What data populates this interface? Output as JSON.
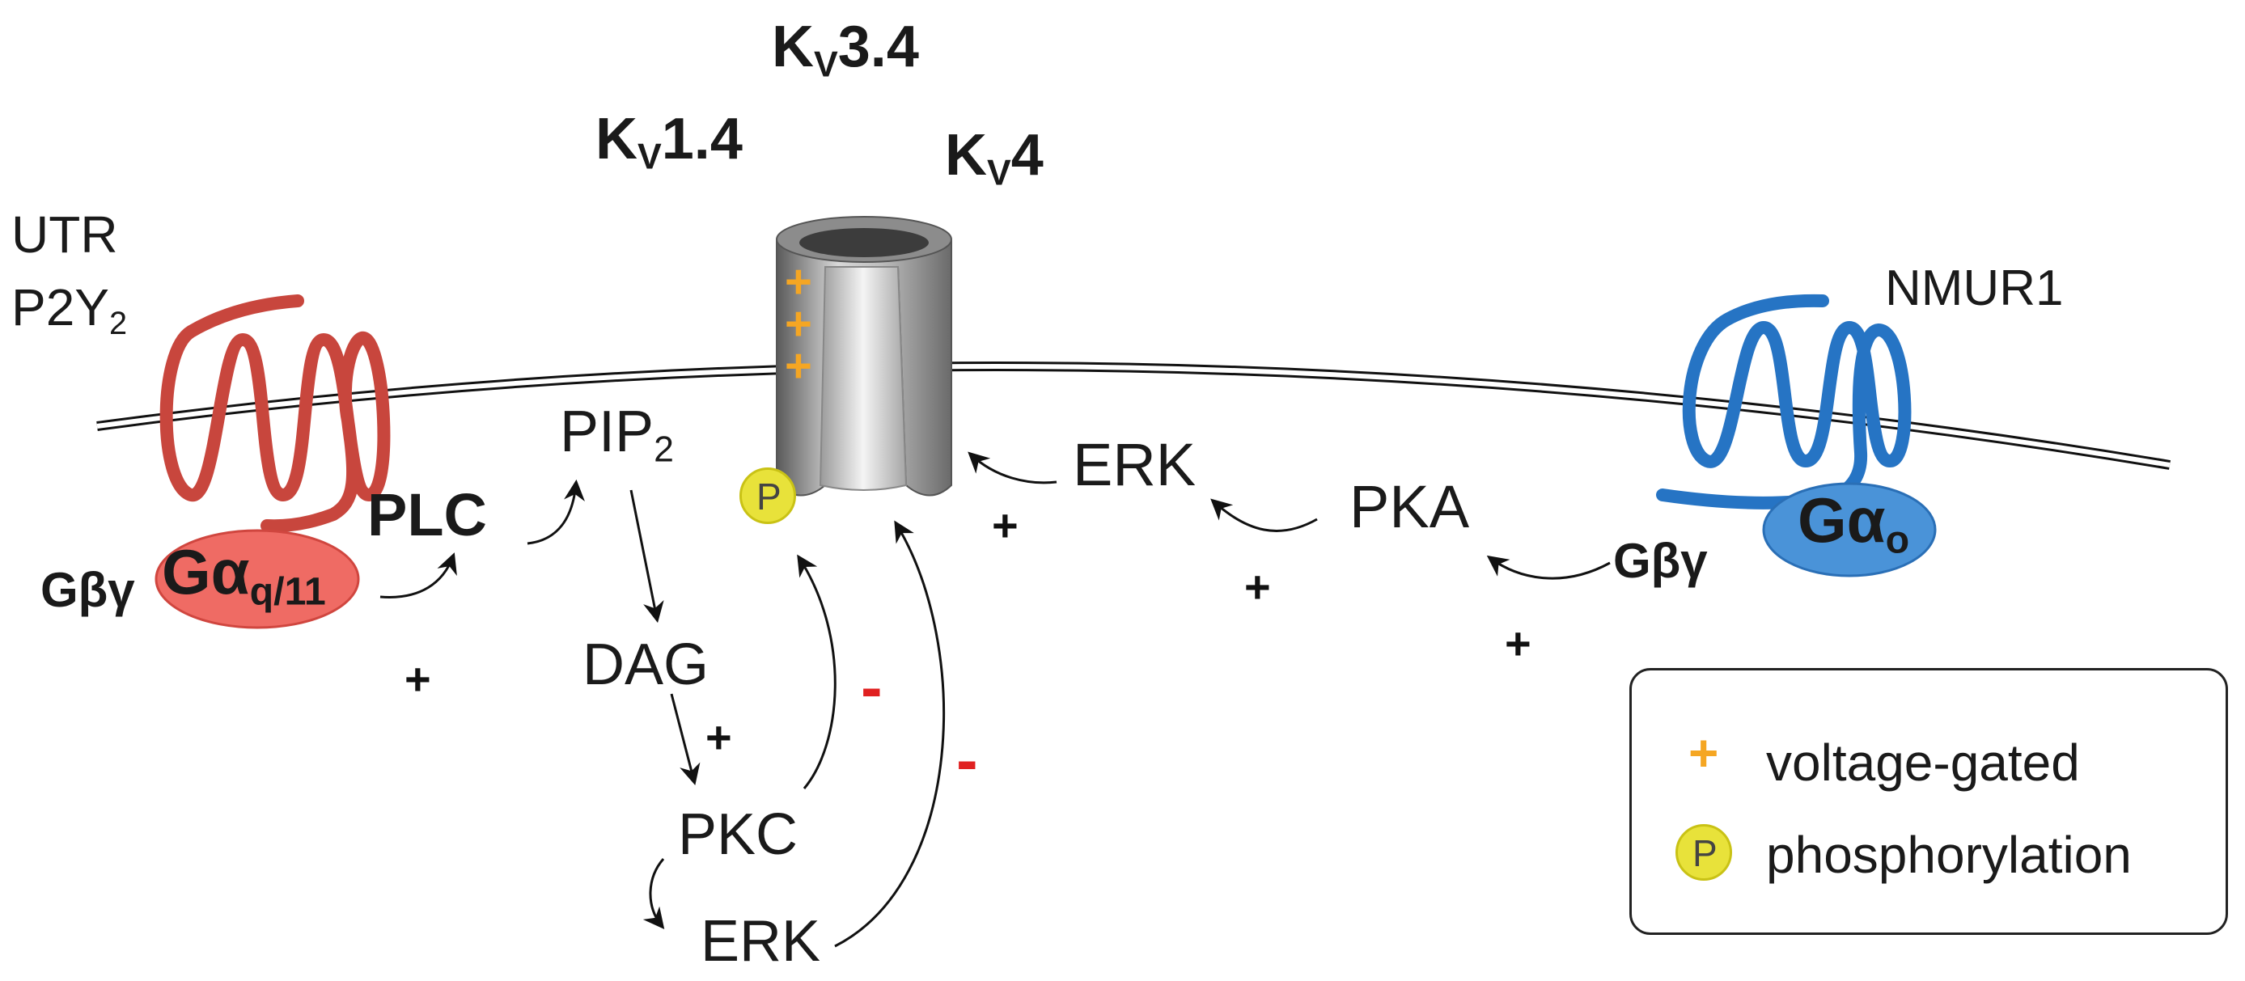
{
  "channel": {
    "kv34": {
      "k": "K",
      "sub": "V",
      "rest": "3.4"
    },
    "kv14": {
      "k": "K",
      "sub": "V",
      "rest": "1.4"
    },
    "kv4": {
      "k": "K",
      "sub": "V",
      "rest": "4"
    },
    "phospho_mark": "P",
    "gating_mark": "+"
  },
  "left_receptor": {
    "line1": "UTR",
    "line2_main": "P2Y",
    "line2_sub": "2",
    "galpha_main": "Gα",
    "galpha_sub": "q/11",
    "gbg": "Gβγ",
    "plc": "PLC"
  },
  "right_receptor": {
    "name": "NMUR1",
    "galpha_main": "Gα",
    "galpha_sub": "o",
    "gbg": "Gβγ"
  },
  "pathway": {
    "pip2_main": "PIP",
    "pip2_sub": "2",
    "dag": "DAG",
    "pkc": "PKC",
    "erk_lower": "ERK",
    "erk_right": "ERK",
    "pka": "PKA"
  },
  "signs": {
    "plus": "+",
    "minus": "-"
  },
  "legend": {
    "voltage_icon": "+",
    "voltage_label": "voltage-gated",
    "phospho_icon": "P",
    "phospho_label": "phosphorylation"
  },
  "colors": {
    "left_receptor": "#d9534a",
    "galpha_q": "#ee6a63",
    "right_receptor": "#2d7fd0",
    "galpha_o": "#3f8fd6",
    "voltage_plus": "#f5a623",
    "phospho_fill": "#e8e23a",
    "inhibit": "#e02020"
  }
}
